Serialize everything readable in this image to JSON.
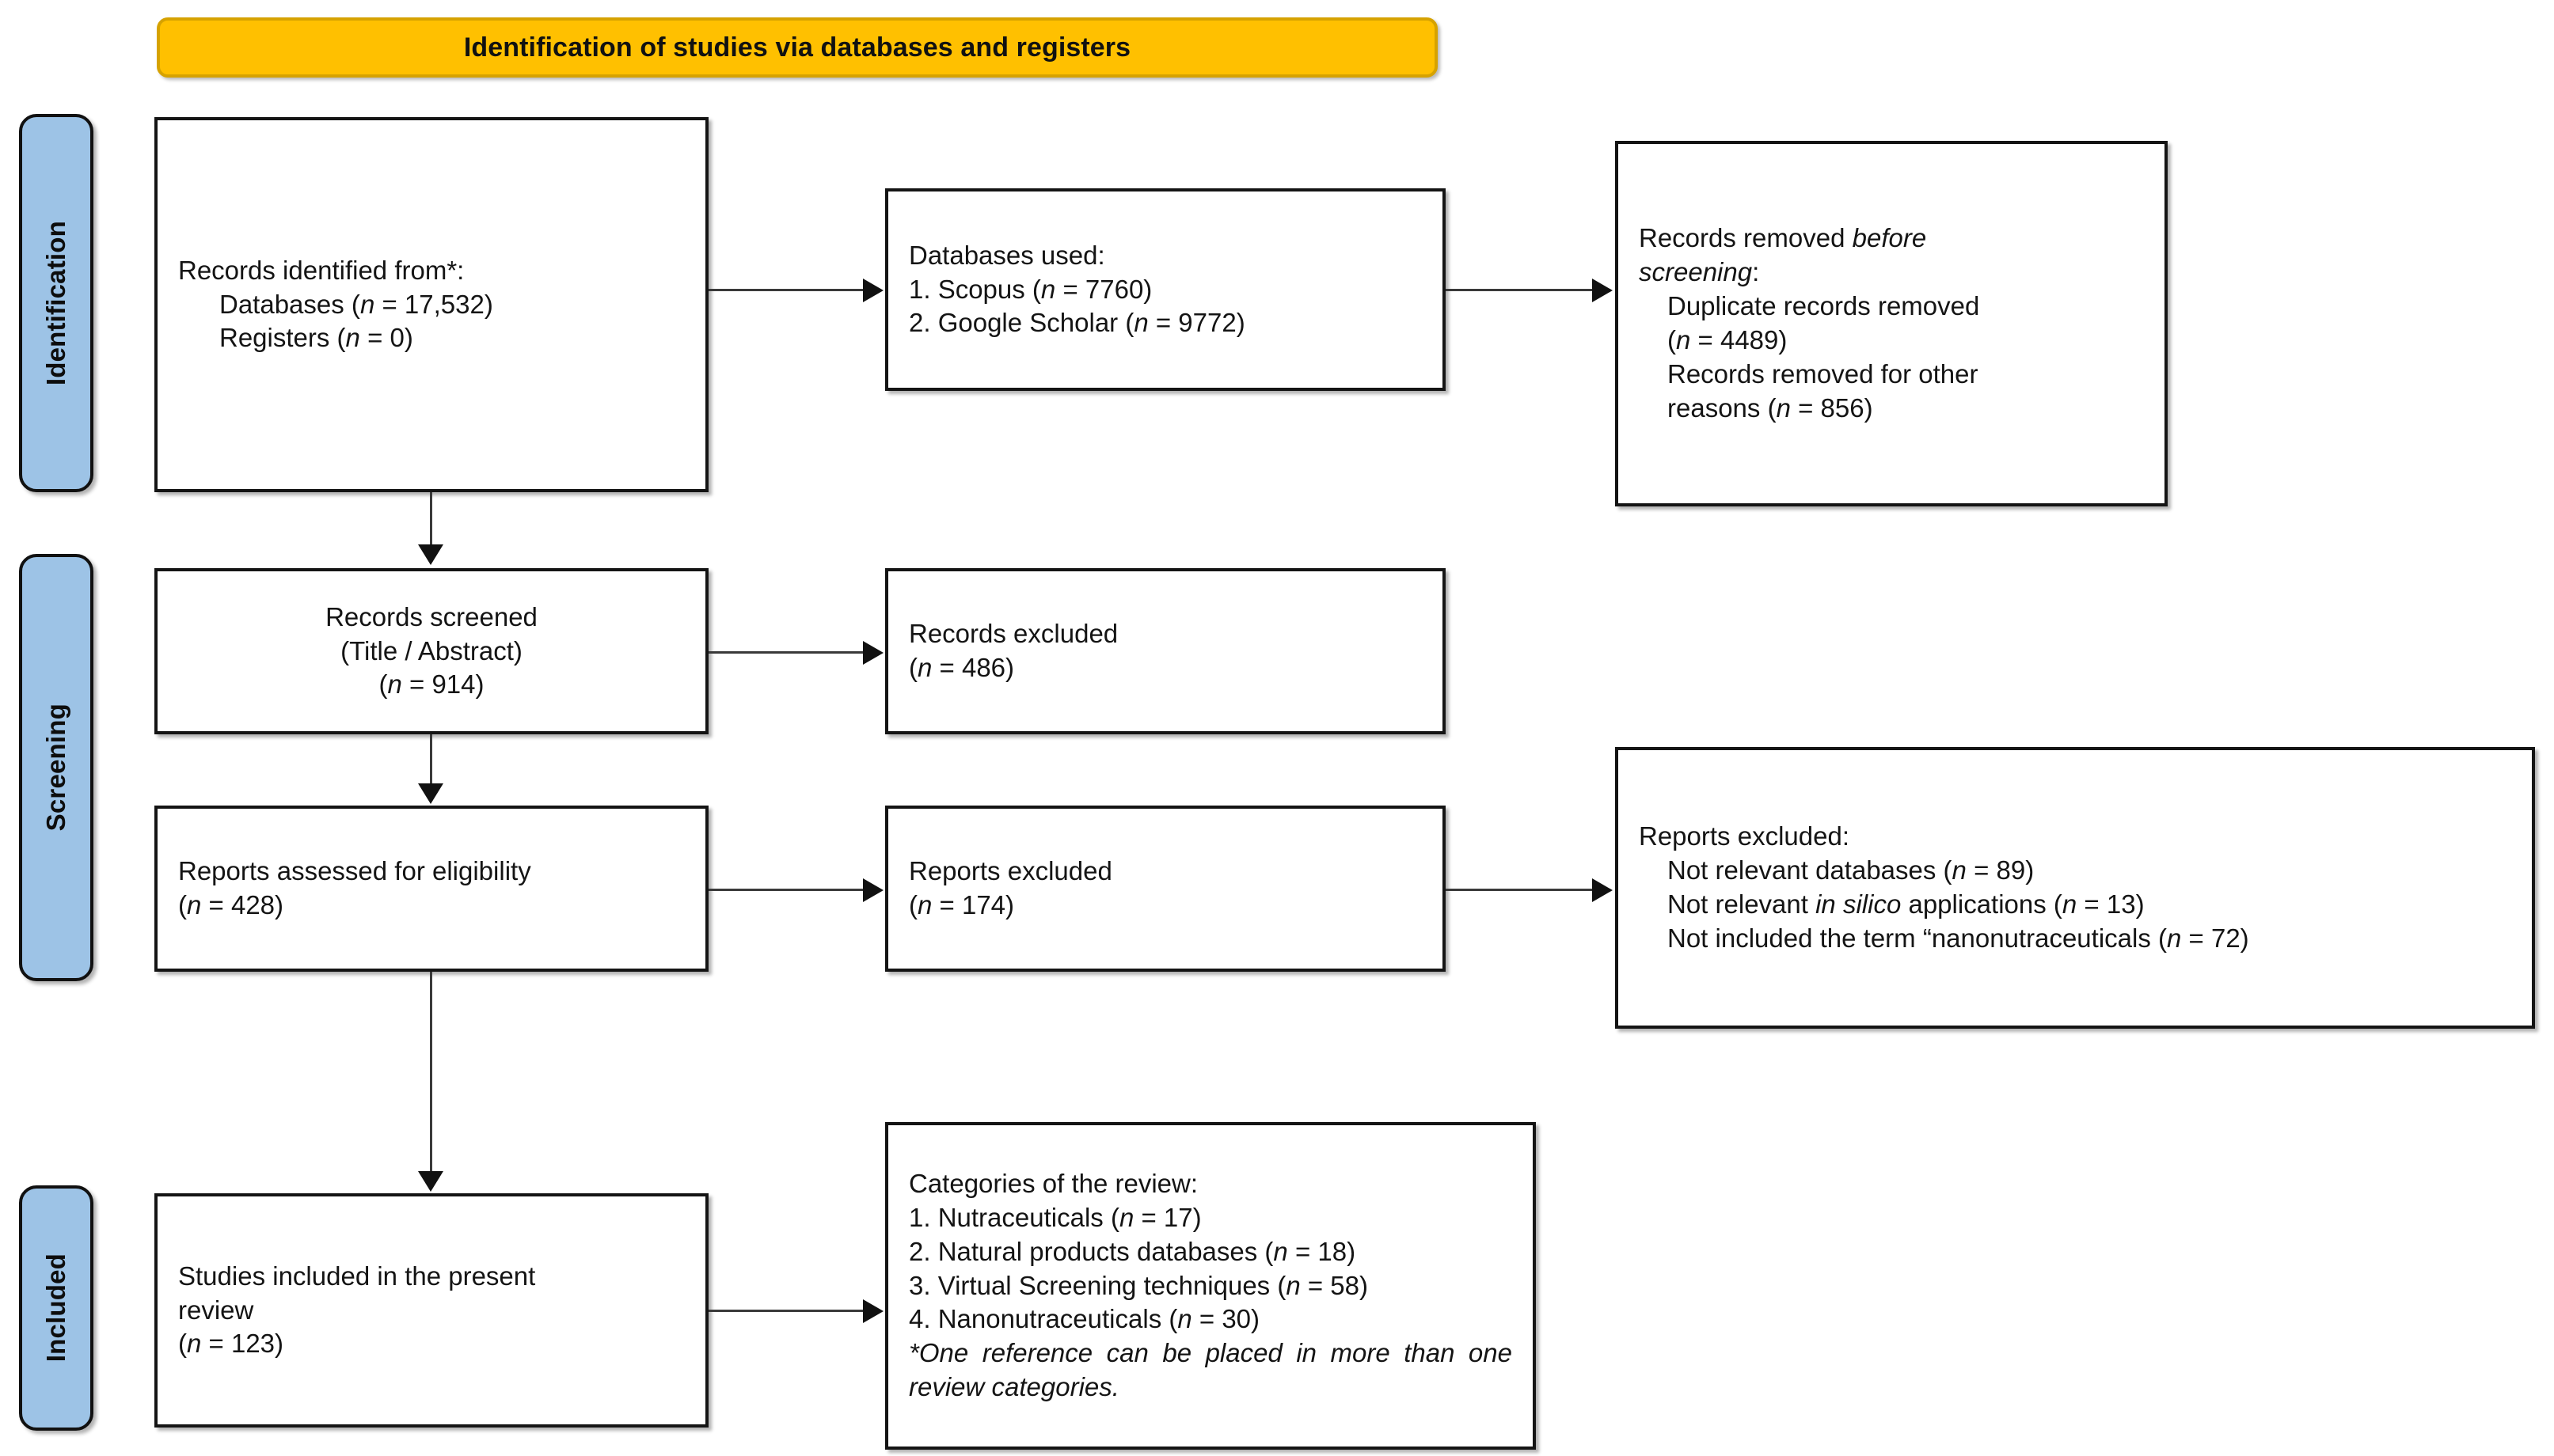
{
  "banner": {
    "title": "Identification of studies via databases and registers",
    "fill": "#FFC000",
    "border": "#D6A200"
  },
  "stages": {
    "fill": "#9DC3E6",
    "identification": "Identification",
    "screening": "Screening",
    "included": "Included"
  },
  "boxes": {
    "identified": {
      "line1": "Records identified from*:",
      "line2": "Databases (",
      "line2_n": "n",
      "line2_rest": " = 17,532)",
      "line3": "Registers (",
      "line3_n": "n",
      "line3_rest": " = 0)"
    },
    "databases_used": {
      "line1": "Databases used:",
      "line2a": "1. Scopus (",
      "line2n": "n",
      "line2b": " = 7760)",
      "line3a": "2. Google Scholar (",
      "line3n": "n",
      "line3b": " = 9772)"
    },
    "removed_before": {
      "line1a": "Records removed ",
      "line1i": "before",
      "line2i": "screening",
      "line2b": ":",
      "line3": "Duplicate records removed",
      "line4a": "(",
      "line4n": "n",
      "line4b": " = 4489)",
      "line5": "Records removed for other",
      "line6a": "reasons (",
      "line6n": "n",
      "line6b": " = 856)"
    },
    "records_screened": {
      "line1": "Records screened",
      "line2": "(Title / Abstract)",
      "line3a": "(",
      "line3n": "n",
      "line3b": " = 914)"
    },
    "records_excluded": {
      "line1": "Records excluded",
      "line2a": "(",
      "line2n": "n",
      "line2b": " = 486)"
    },
    "reports_assessed": {
      "line1": "Reports assessed for eligibility",
      "line2a": "(",
      "line2n": "n",
      "line2b": " = 428)"
    },
    "reports_excluded": {
      "line1": "Reports excluded",
      "line2a": "(",
      "line2n": "n",
      "line2b": " = 174)"
    },
    "reports_excluded_detail": {
      "line1": "Reports excluded:",
      "line2a": "Not relevant databases (",
      "line2n": "n",
      "line2b": " = 89)",
      "line3a": "Not relevant ",
      "line3i": "in silico",
      "line3b": " applications (",
      "line3n": "n",
      "line3c": " = 13)",
      "line4a": "Not included the term “nanonutraceuticals (",
      "line4n": "n",
      "line4b": " = 72)"
    },
    "studies_included": {
      "line1": "Studies included in the present",
      "line2": "review",
      "line3a": "(",
      "line3n": "n",
      "line3b": " = 123)"
    },
    "categories": {
      "line1": "Categories of the review:",
      "item1a": "1. Nutraceuticals (",
      "item1n": "n",
      "item1b": " = 17)",
      "item2a": "2. Natural products databases (",
      "item2n": "n",
      "item2b": " = 18)",
      "item3a": "3. Virtual Screening techniques (",
      "item3n": "n",
      "item3b": " = 58)",
      "item4a": "4. Nanonutraceuticals (",
      "item4n": "n",
      "item4b": " = 30)",
      "footnote": "*One reference can be placed in more than one review categories."
    }
  }
}
